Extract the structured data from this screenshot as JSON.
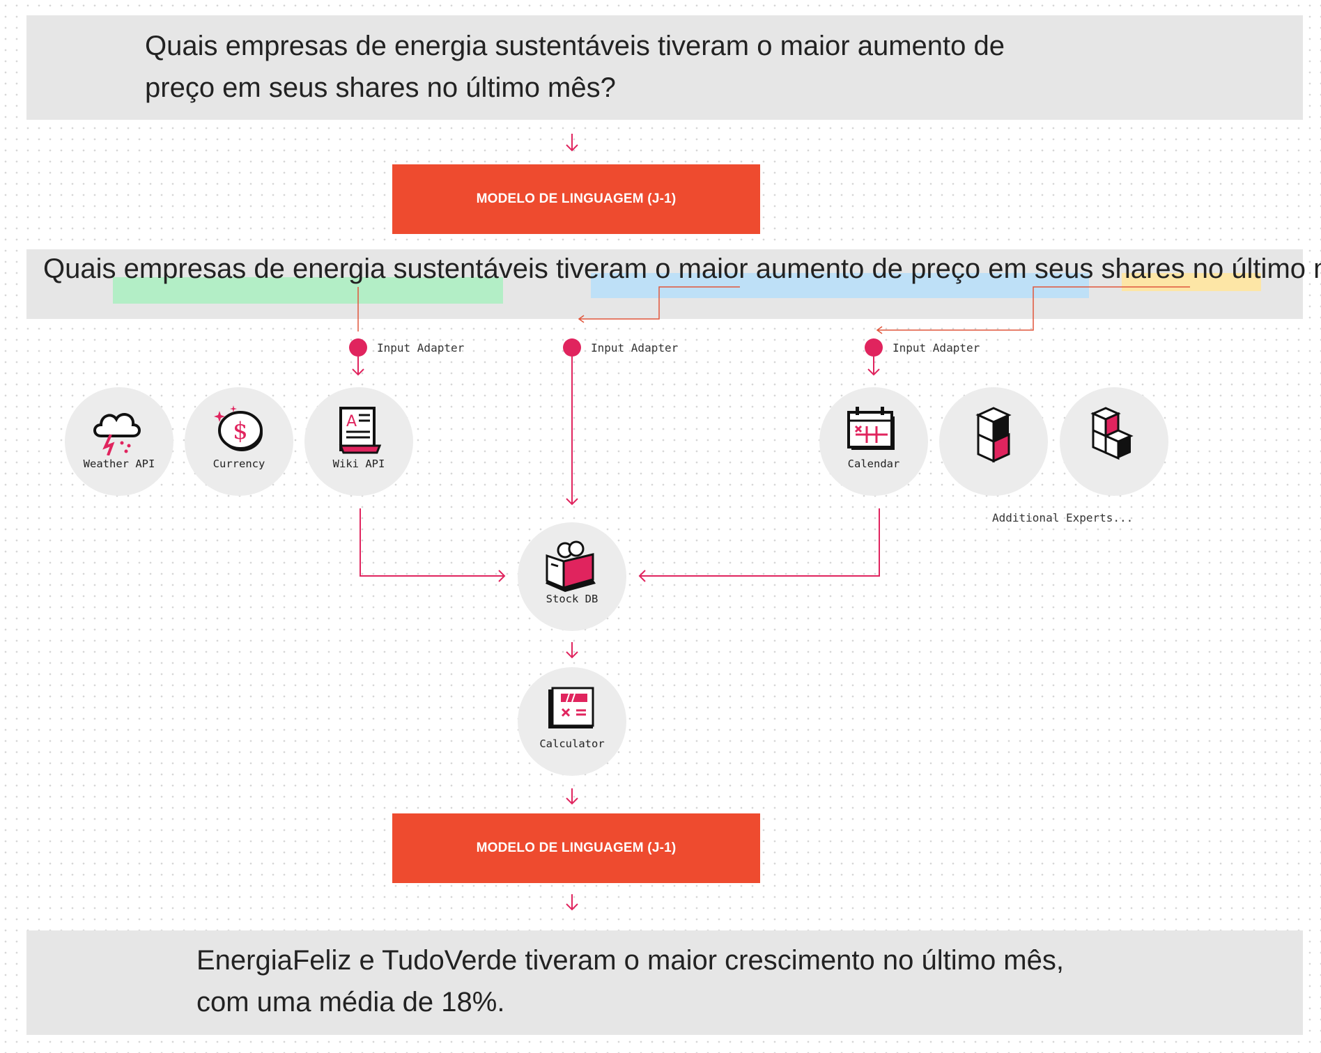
{
  "question": {
    "line1": "Quais empresas de energia sustentáveis tiveram o maior aumento de",
    "line2": "preço em seus shares no último mês?"
  },
  "model_top": {
    "label": "MODELO DE LINGUAGEM (J-1)"
  },
  "parsed": {
    "text": "Quais empresas de energia sustentáveis tiveram o maior aumento de preço em seus shares no último mês?"
  },
  "highlight_colors": {
    "green": "#b3eec6",
    "blue": "#bee0f7",
    "yellow": "#fde6a6"
  },
  "adapters": [
    {
      "label": "Input Adapter"
    },
    {
      "label": "Input Adapter"
    },
    {
      "label": "Input Adapter"
    }
  ],
  "experts": [
    {
      "label": "Weather API",
      "icon": "weather-cloud-icon"
    },
    {
      "label": "Currency",
      "icon": "currency-coin-icon"
    },
    {
      "label": "Wiki API",
      "icon": "wiki-document-icon"
    },
    {
      "label": "Calendar",
      "icon": "calendar-icon"
    },
    {
      "label": "",
      "icon": "stacked-cubes-icon"
    },
    {
      "label": "",
      "icon": "cube-cluster-icon"
    }
  ],
  "additional_experts": {
    "label": "Additional Experts..."
  },
  "stock_db": {
    "label": "Stock DB",
    "icon": "database-box-icon"
  },
  "calculator": {
    "label": "Calculator",
    "icon": "calculator-icon"
  },
  "model_bottom": {
    "label": "MODELO DE LINGUAGEM (J-1)"
  },
  "answer": {
    "line1": "EnergiaFeliz e TudoVerde tiveram o maior crescimento no último mês,",
    "line2": "com uma média de 18%."
  },
  "colors": {
    "accent_red": "#ee4b2f",
    "pink": "#e0245e",
    "band_gray": "#e6e6e6",
    "connector_orange": "#e0553a"
  }
}
